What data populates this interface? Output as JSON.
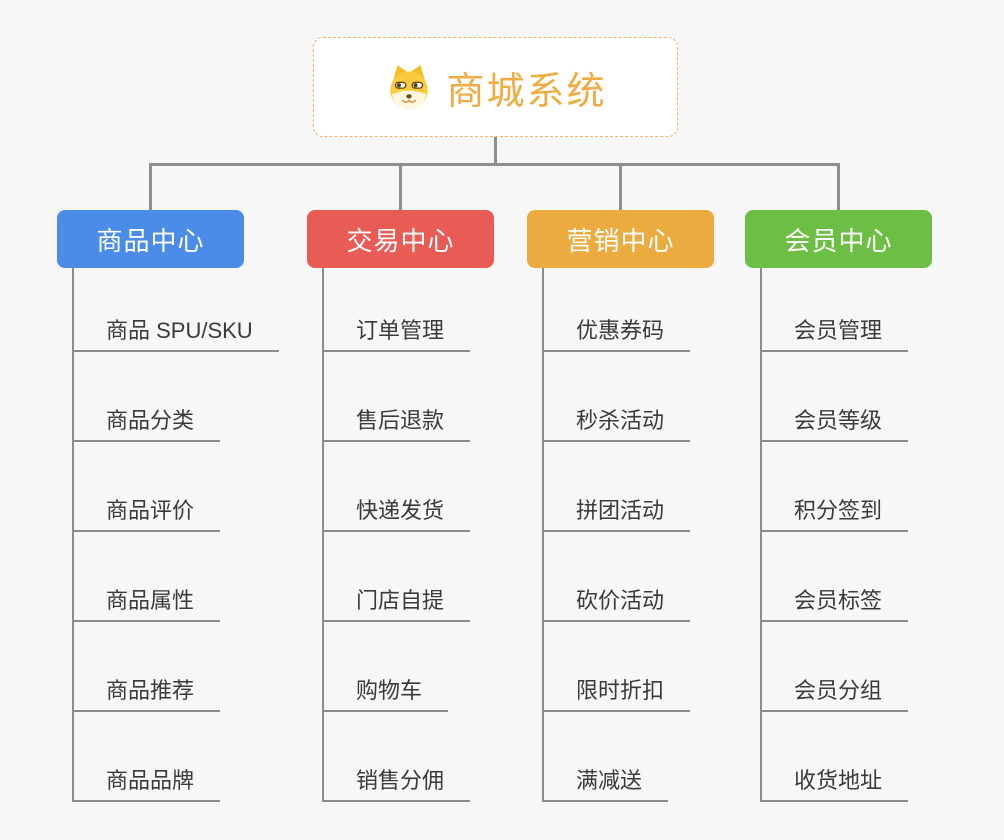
{
  "page": {
    "background": "#F7F7F7",
    "connector_color": "#8F8F8F"
  },
  "root": {
    "title": "商城系统",
    "icon": "dog-face",
    "text_color": "#F0AC41",
    "border_color": "#F0B26A",
    "background": "#FFFFFF"
  },
  "branches": [
    {
      "label": "商品中心",
      "color": "#4A8CE8",
      "items": [
        "商品 SPU/SKU",
        "商品分类",
        "商品评价",
        "商品属性",
        "商品推荐",
        "商品品牌"
      ]
    },
    {
      "label": "交易中心",
      "color": "#E85C55",
      "items": [
        "订单管理",
        "售后退款",
        "快递发货",
        "门店自提",
        "购物车",
        "销售分佣"
      ]
    },
    {
      "label": "营销中心",
      "color": "#EBAB3F",
      "items": [
        "优惠券码",
        "秒杀活动",
        "拼团活动",
        "砍价活动",
        "限时折扣",
        "满减送"
      ]
    },
    {
      "label": "会员中心",
      "color": "#6CBE44",
      "items": [
        "会员管理",
        "会员等级",
        "积分签到",
        "会员标签",
        "会员分组",
        "收货地址"
      ]
    }
  ]
}
